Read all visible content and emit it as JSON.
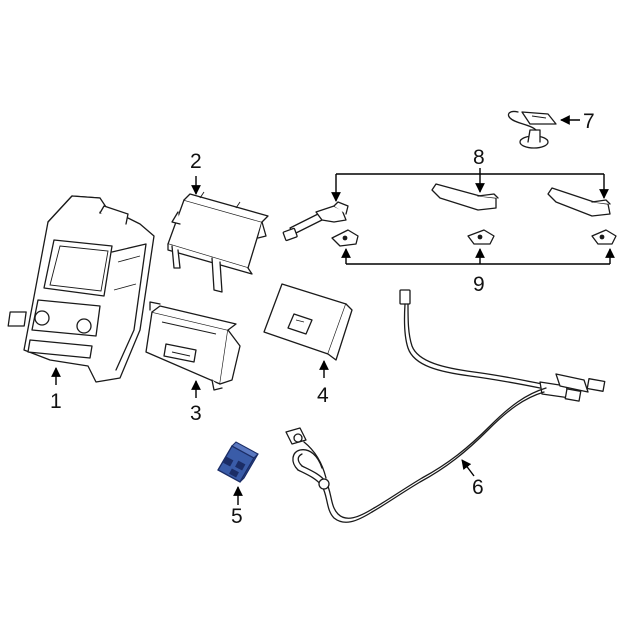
{
  "callouts": {
    "c1": "1",
    "c2": "2",
    "c3": "3",
    "c4": "4",
    "c5": "5",
    "c6": "6",
    "c7": "7",
    "c8": "8",
    "c9": "9"
  },
  "colors": {
    "highlight_fill": "#3a5ca8",
    "highlight_stroke": "#1b2d66",
    "line": "#1a1a1a"
  }
}
